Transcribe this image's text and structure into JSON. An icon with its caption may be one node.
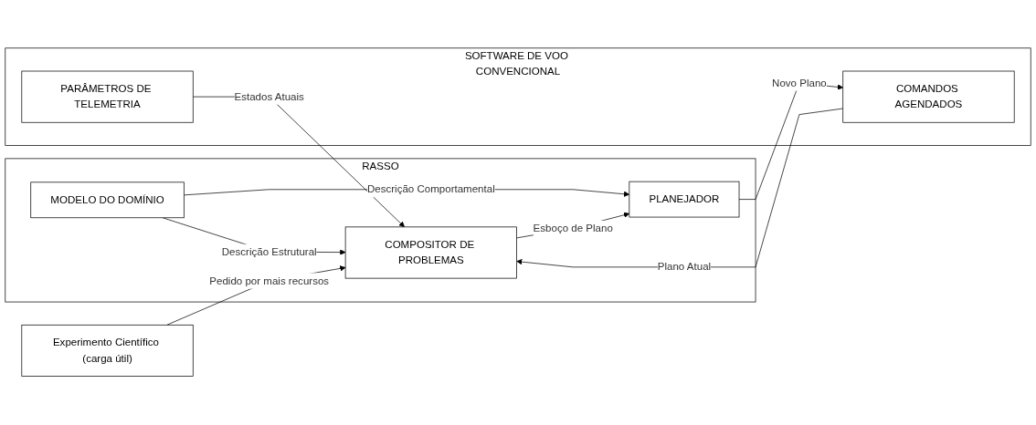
{
  "diagram": {
    "nodes": [
      {
        "text": [
          "Experimento Científico (carga útil)"
        ]
      },
      {
        "text": [
          "RASSO"
        ]
      },
      {
        "text": [
          "MODELO DO DOMÍNIO"
        ],
        "in": 1
      },
      {
        "text": [
          "COMPOSITOR DE PROBLEMAS"
        ],
        "in": 1
      },
      {
        "text": [
          "PLANEJADOR"
        ],
        "in": 1
      },
      {
        "text": [
          "SOFTWARE DE VOO CONVENCIONAL"
        ]
      },
      {
        "text": [
          "PARÂMETROS DE TELEMETRIA"
        ],
        "in": 5
      },
      {
        "text": [
          "COMANDOS AGENDADOS"
        ],
        "in": 5
      }
    ],
    "edges": [
      {
        "from": 2,
        "to": 4,
        "label": "Descrição Comportamental",
        "arrow": "to"
      },
      {
        "from": 2,
        "to": 3,
        "label": "Descrição Estrutural",
        "arrow": "to"
      },
      {
        "from": 0,
        "to": 3,
        "label": "Pedido por mais recursos",
        "arrow": "to"
      },
      {
        "from": 6,
        "to": 3,
        "label": "Estados Atuais",
        "arrow": "to"
      },
      {
        "from": 7,
        "to": 3,
        "label": "Plano Atual",
        "arrow": "to"
      },
      {
        "from": 3,
        "to": 4,
        "label": "Esboço de Plano",
        "arrow": "to"
      },
      {
        "from": 4,
        "to": 7,
        "label": "Novo Plano",
        "arrow": "to"
      }
    ]
  }
}
